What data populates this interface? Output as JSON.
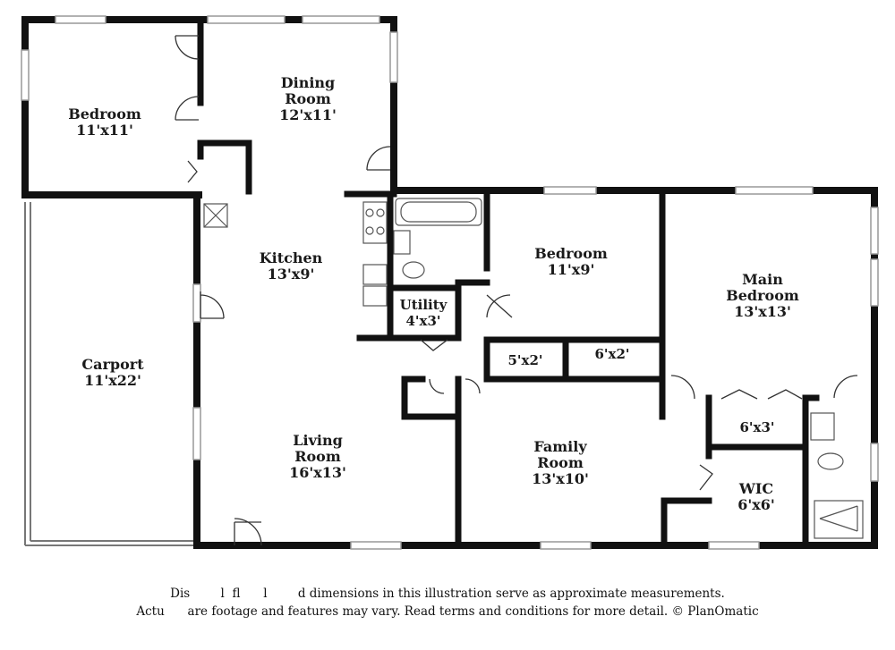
{
  "rooms": {
    "bedroom_nw": {
      "name": "Bedroom",
      "size": "11'x11'"
    },
    "dining": {
      "name_line1": "Dining",
      "name_line2": "Room",
      "size": "12'x11'"
    },
    "kitchen": {
      "name": "Kitchen",
      "size": "13'x9'"
    },
    "carport": {
      "name": "Carport",
      "size": "11'x22'"
    },
    "living": {
      "name_line1": "Living",
      "name_line2": "Room",
      "size": "16'x13'"
    },
    "utility": {
      "name": "Utility",
      "size": "4'x3'"
    },
    "bedroom_center": {
      "name": "Bedroom",
      "size": "11'x9'"
    },
    "closet_a": {
      "size": "5'x2'"
    },
    "closet_b": {
      "size": "6'x2'"
    },
    "main_bedroom": {
      "name_line1": "Main",
      "name_line2": "Bedroom",
      "size": "13'x13'"
    },
    "closet_c": {
      "size": "6'x3'"
    },
    "family": {
      "name_line1": "Family",
      "name_line2": "Room",
      "size": "13'x10'"
    },
    "wic": {
      "name": "WIC",
      "size": "6'x6'"
    }
  },
  "disclaimer": {
    "line1": "Dis        l  fl      l        d dimensions in this illustration serve as approximate measurements.",
    "line2": "Actu      are footage and features may vary. Read terms and conditions for more detail. © PlanOmatic"
  },
  "colors": {
    "wall": "#111111",
    "window": "#9a9a9a",
    "fixture": "#555555",
    "background": "#ffffff"
  }
}
